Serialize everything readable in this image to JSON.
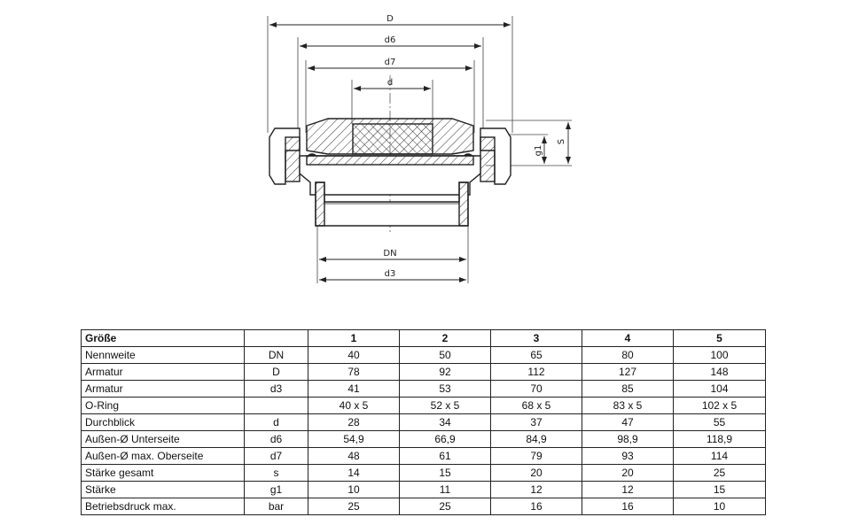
{
  "drawing": {
    "labels": {
      "D": "D",
      "d6": "d6",
      "d7": "d7",
      "d": "d",
      "DN": "DN",
      "d3": "d3",
      "g1": "g1",
      "s": "S"
    }
  },
  "table": {
    "header": {
      "label": "Größe",
      "symbol": "",
      "sizes": [
        "1",
        "2",
        "3",
        "4",
        "5"
      ]
    },
    "rows": [
      {
        "label": "Nennweite",
        "symbol": "DN",
        "values": [
          "40",
          "50",
          "65",
          "80",
          "100"
        ]
      },
      {
        "label": "Armatur",
        "symbol": "D",
        "values": [
          "78",
          "92",
          "112",
          "127",
          "148"
        ]
      },
      {
        "label": "Armatur",
        "symbol": "d3",
        "values": [
          "41",
          "53",
          "70",
          "85",
          "104"
        ]
      },
      {
        "label": "O-Ring",
        "symbol": "",
        "values": [
          "40 x 5",
          "52 x 5",
          "68 x 5",
          "83 x 5",
          "102 x 5"
        ]
      },
      {
        "label": "Durchblick",
        "symbol": "d",
        "values": [
          "28",
          "34",
          "37",
          "47",
          "55"
        ]
      },
      {
        "label": "Außen-Ø Unterseite",
        "symbol": "d6",
        "values": [
          "54,9",
          "66,9",
          "84,9",
          "98,9",
          "118,9"
        ]
      },
      {
        "label": "Außen-Ø max. Oberseite",
        "symbol": "d7",
        "values": [
          "48",
          "61",
          "79",
          "93",
          "114"
        ]
      },
      {
        "label": "Stärke gesamt",
        "symbol": "s",
        "values": [
          "14",
          "15",
          "20",
          "20",
          "25"
        ]
      },
      {
        "label": "Stärke",
        "symbol": "g1",
        "values": [
          "10",
          "11",
          "12",
          "12",
          "15"
        ]
      },
      {
        "label": "Betriebsdruck max.",
        "symbol": "bar",
        "values": [
          "25",
          "25",
          "16",
          "16",
          "10"
        ]
      }
    ]
  }
}
